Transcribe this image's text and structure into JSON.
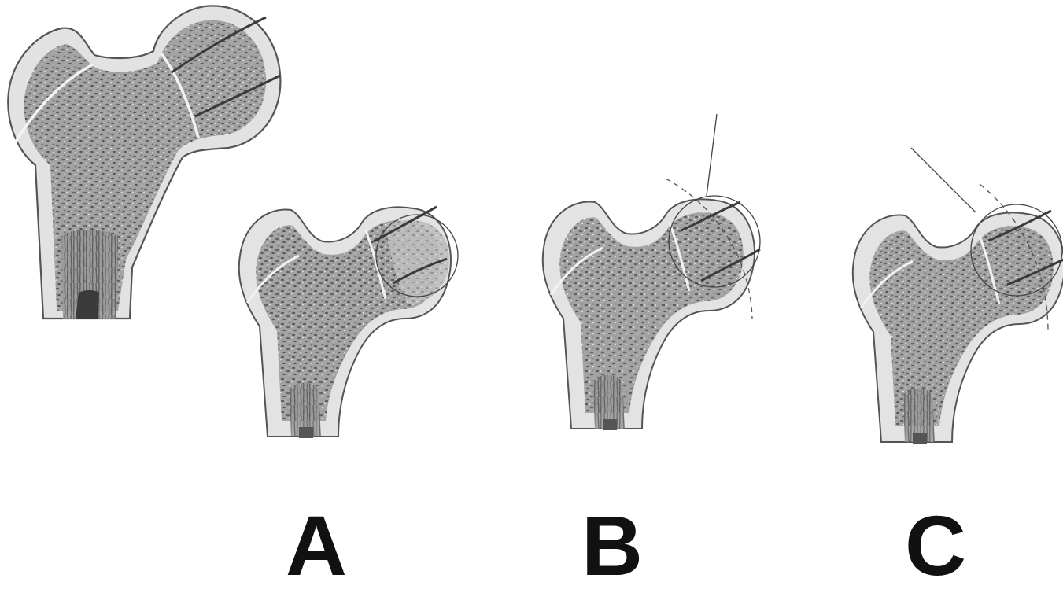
{
  "panels": {
    "a": {
      "label": "A"
    },
    "b": {
      "label": "B"
    },
    "c": {
      "label": "C"
    }
  },
  "colors": {
    "cortex": "#e6e6e6",
    "trabecular": "#9a9a9a",
    "trabecular_dark": "#5a5a5a",
    "outline": "#555555",
    "physis_line": "#3a3a3a"
  }
}
